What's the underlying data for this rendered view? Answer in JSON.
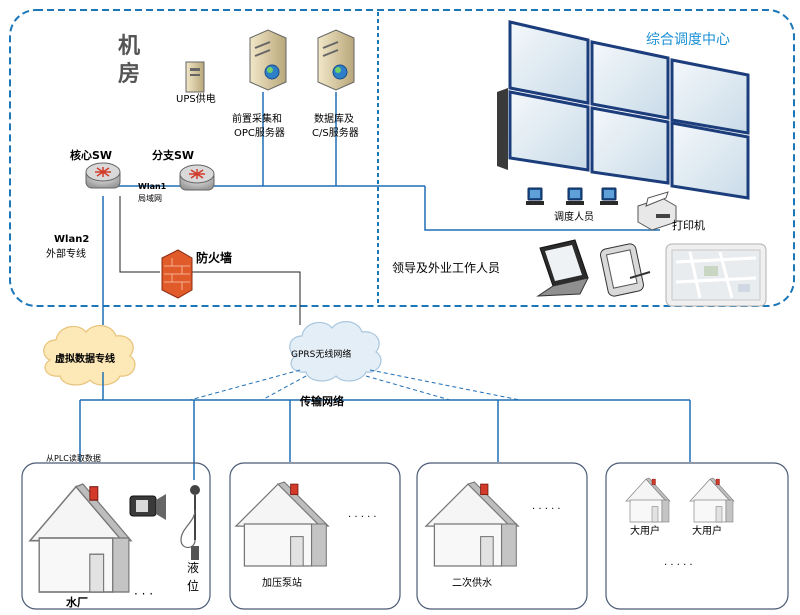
{
  "machine_room": {
    "char1": "机",
    "char2": "房"
  },
  "control_center": {
    "title": "综合调度中心"
  },
  "devices": {
    "ups": "UPS供电",
    "front_server_l1": "前置采集和",
    "front_server_l2": "OPC服务器",
    "db_server_l1": "数据库及",
    "db_server_l2": "C/S服务器",
    "core_switch": "核心SW",
    "branch_switch": "分支SW",
    "wlan1_l1": "Wlan1",
    "wlan1_l2": "局域网",
    "wlan2_l1": "Wlan2",
    "wlan2_l2": "外部专线",
    "firewall": "防火墙",
    "dispatchers": "调度人员",
    "printer": "打印机",
    "leaders": "领导及外业工作人员"
  },
  "network": {
    "vpn": "虚拟数据专线",
    "gprs": "GPRS无线网络",
    "transport": "传输网络"
  },
  "sites": {
    "plc": "从PLC读取数据",
    "waterworks": "水厂",
    "level_l1": "液",
    "level_l2": "位",
    "booster": "加压泵站",
    "secondary": "二次供水",
    "big_user_1": "大用户",
    "big_user_2": "大用户",
    "dots_1": "· · ·",
    "dots_2": "· · · · ·",
    "dots_3": "· · · · ·",
    "dots_4": "· · · · ·"
  },
  "colors": {
    "dashed_border": "#1b77b8",
    "line_blue": "#1f6fb4",
    "cloud_fill": "#fde9b8",
    "firewall": "#e05a2a",
    "monitor_blue": "#1c3d7c"
  }
}
